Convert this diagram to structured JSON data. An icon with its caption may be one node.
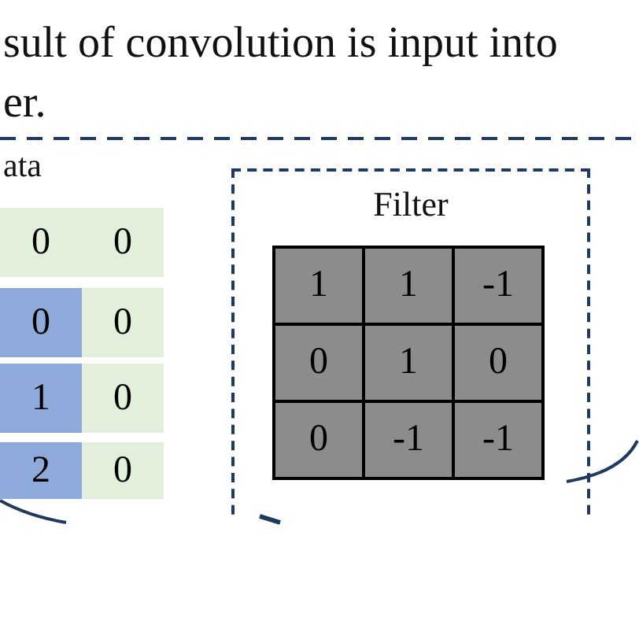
{
  "diagram": {
    "nodes": [
      {
        "text": [
          "Filter"
        ]
      }
    ],
    "labels": [
      "sult of convolution is input into",
      "er.",
      "ata",
      "0",
      "0",
      "0",
      "0",
      "1",
      "0",
      "2",
      "0",
      "1",
      "1",
      "-1",
      "0",
      "1",
      "0",
      "0",
      "-1",
      "-1"
    ]
  }
}
